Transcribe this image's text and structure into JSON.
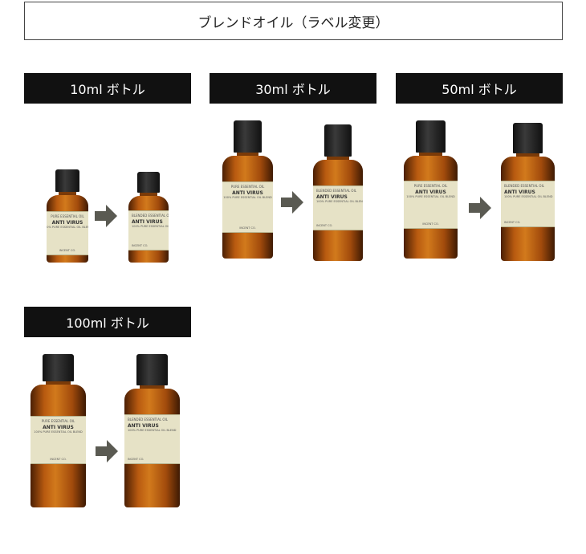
{
  "title": "ブレンドオイル（ラベル変更）",
  "colors": {
    "header_bg": "#111111",
    "arrow": "#5a5a52",
    "amber": "#b85a10",
    "label": "#e6e2c6"
  },
  "sections": [
    {
      "label": "10ml ボトル"
    },
    {
      "label": "30ml ボトル"
    },
    {
      "label": "50ml ボトル"
    },
    {
      "label": "100ml ボトル"
    }
  ],
  "old_label": {
    "category": "PURE ESSENTIAL OIL",
    "name": "ANTI VIRUS",
    "desc": "100% PURE ESSENTIAL OIL BLEND",
    "brand": "INCENT CO."
  },
  "new_label": {
    "category": "BLENDED ESSENTIAL OIL",
    "name": "ANTI VIRUS",
    "desc": "100% PURE ESSENTIAL OIL BLEND",
    "brand": "INCENT CO."
  },
  "arrow_icon": "right-arrow-icon"
}
